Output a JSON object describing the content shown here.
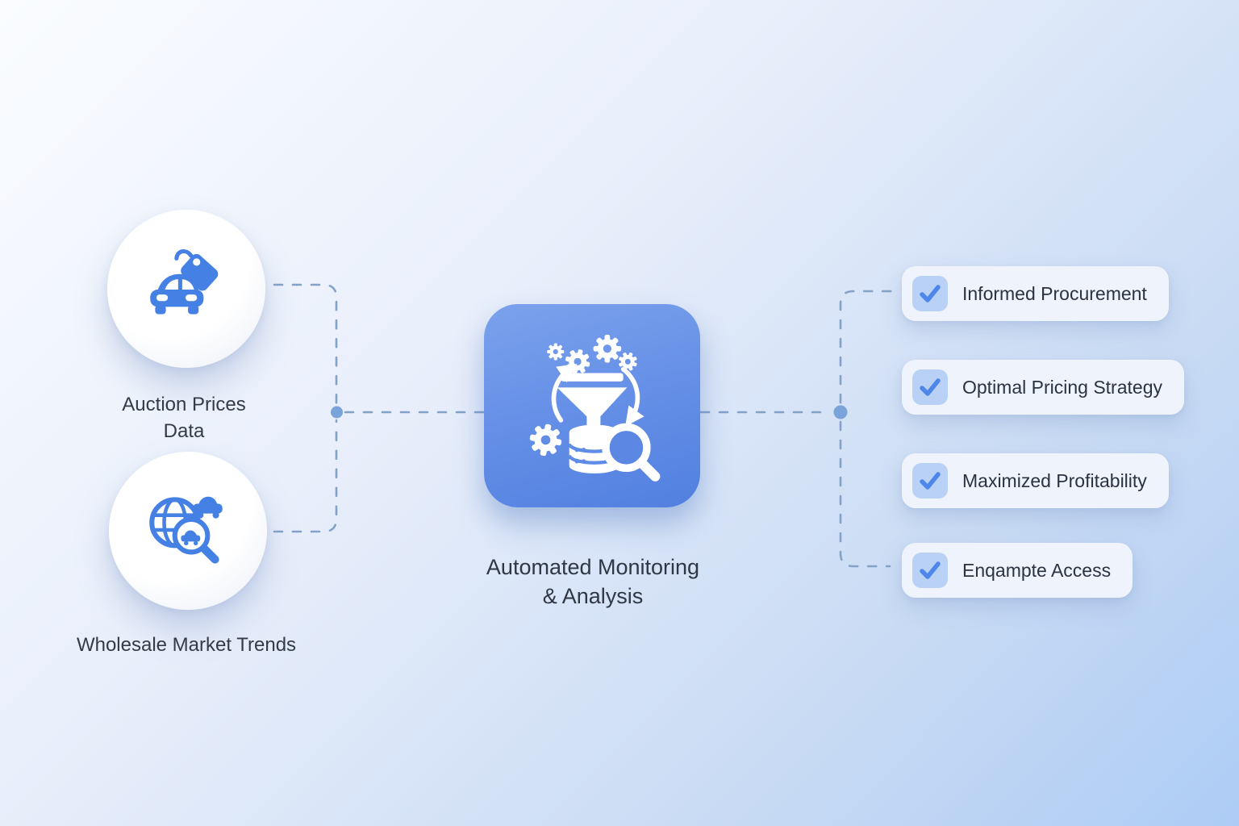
{
  "diagram": {
    "type": "flow-infographic",
    "colors": {
      "background_top_left": "#fafcff",
      "background_bottom_right": "#adccf5",
      "accent_blue": "#4580e4",
      "tile_gradient_top": "#7ba2ec",
      "tile_gradient_bottom": "#5180e0",
      "connector_line": "#84a1c8",
      "connector_dot": "#7aa3da",
      "checkbox_bg": "#b9d1f4",
      "checkbox_check": "#4e87e9",
      "card_bg": "#eef3fc",
      "text_dark": "#333b47"
    }
  },
  "sources": [
    {
      "id": "auction-prices",
      "icon": "car-price-tag-icon",
      "label_line1": "Auction Prices",
      "label_line2": "Data"
    },
    {
      "id": "wholesale-trends",
      "icon": "globe-car-search-icon",
      "label": "Wholesale Market Trends"
    }
  ],
  "process": {
    "icon": "funnel-gears-database-icon",
    "title_line1": "Automated Monitoring",
    "title_line2": "& Analysis"
  },
  "outcomes": [
    {
      "label": "Informed Procurement",
      "checked": true
    },
    {
      "label": "Optimal Pricing Strategy",
      "checked": true
    },
    {
      "label": "Maximized Profitability",
      "checked": true
    },
    {
      "label": "Enqampte Access",
      "checked": true
    }
  ]
}
